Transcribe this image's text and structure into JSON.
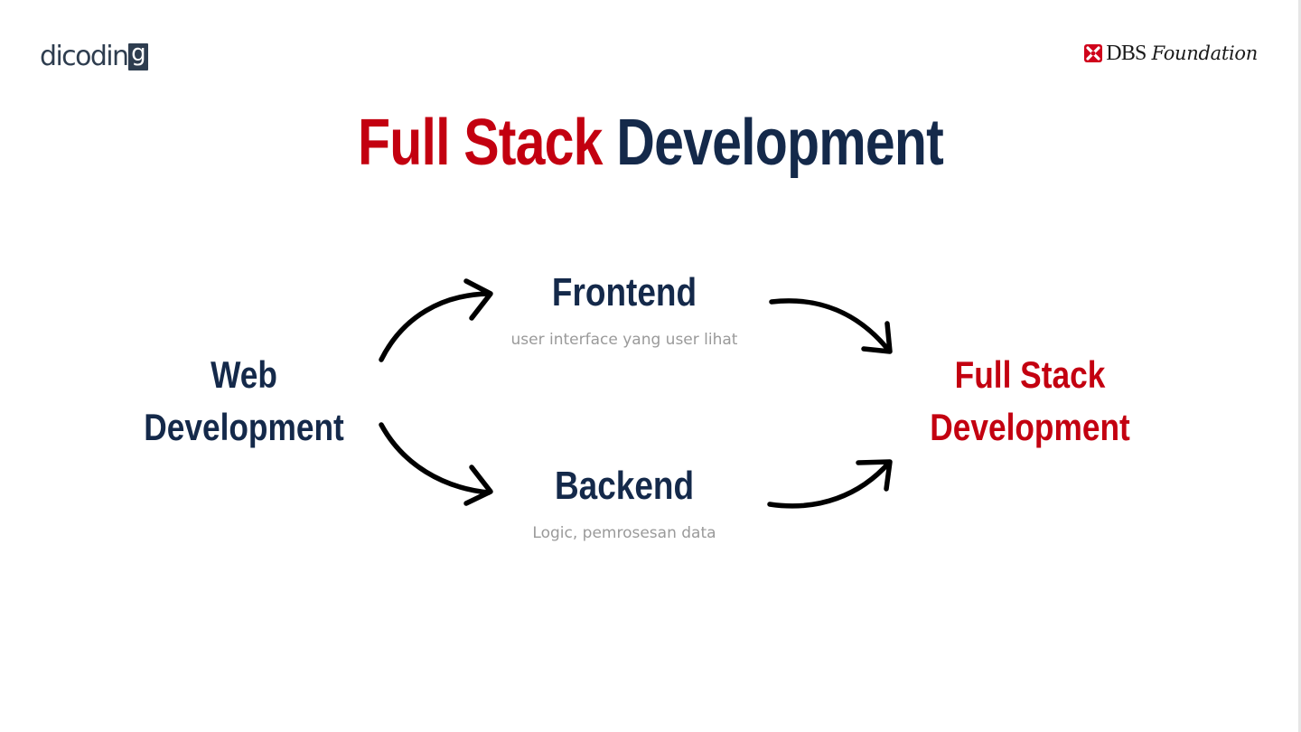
{
  "logos": {
    "left": {
      "text": "dicodin",
      "last_letter": "g"
    },
    "right": {
      "name": "DBS",
      "sub": "Foundation",
      "icon": "dbs-cross-icon"
    }
  },
  "title": {
    "part1": "Full Stack",
    "part2": "Development"
  },
  "diagram": {
    "web": {
      "line1": "Web",
      "line2": "Development"
    },
    "frontend": {
      "label": "Frontend",
      "desc": "user interface yang user lihat"
    },
    "backend": {
      "label": "Backend",
      "desc": "Logic, pemrosesan data"
    },
    "fullstack": {
      "line1": "Full Stack",
      "line2": "Development"
    },
    "edges": [
      {
        "from": "web",
        "to": "frontend"
      },
      {
        "from": "web",
        "to": "backend"
      },
      {
        "from": "frontend",
        "to": "fullstack"
      },
      {
        "from": "backend",
        "to": "fullstack"
      }
    ]
  },
  "colors": {
    "accent_red": "#c30010",
    "navy": "#14294a",
    "muted_gray": "#9a9a9a",
    "logo_dark": "#2e3d4f"
  }
}
